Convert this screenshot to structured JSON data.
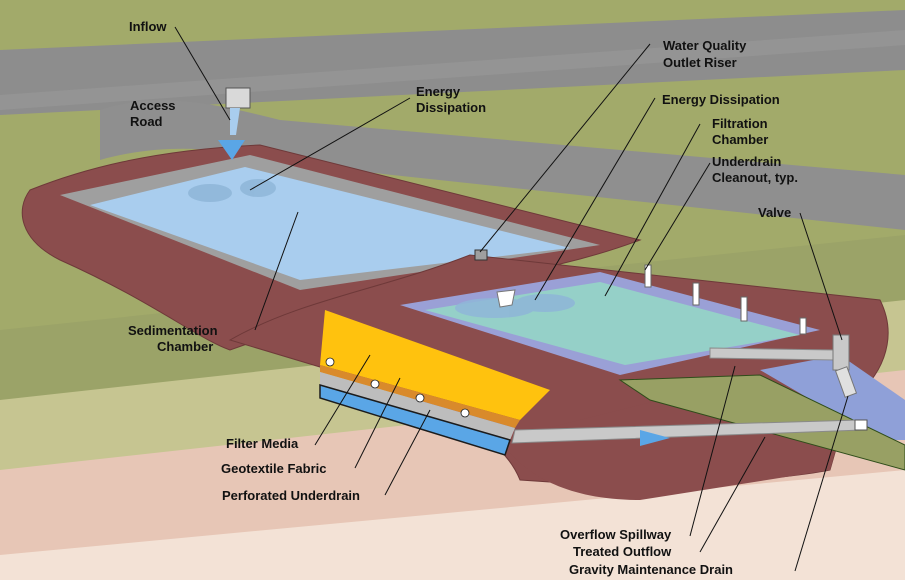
{
  "labels": {
    "inflow": "Inflow",
    "access_road_1": "Access",
    "access_road_2": "Road",
    "energy_dissipation_left_1": "Energy",
    "energy_dissipation_left_2": "Dissipation",
    "water_quality_1": "Water Quality",
    "water_quality_2": "Outlet Riser",
    "energy_dissipation_right": "Energy Dissipation",
    "filtration_1": "Filtration",
    "filtration_2": "Chamber",
    "underdrain_cleanout_1": "Underdrain",
    "underdrain_cleanout_2": "Cleanout, typ.",
    "valve": "Valve",
    "sedimentation_1": "Sedimentation",
    "sedimentation_2": "Chamber",
    "filter_media": "Filter Media",
    "geotextile_fabric": "Geotextile Fabric",
    "perforated_underdrain": "Perforated Underdrain",
    "overflow_spillway": "Overflow Spillway",
    "treated_outflow": "Treated Outflow",
    "gravity_maintenance_drain": "Gravity Maintenance Drain"
  },
  "colors": {
    "ground_olive": "#9ea865",
    "ground_light": "#c7c98f",
    "road_gray": "#8a8a8a",
    "berm": "#8b4d4d",
    "sediment_water": "#a9cdee",
    "filter_water": "#95d0c8",
    "filter_media": "#ffc20e",
    "soil_pink": "#e6c7b8",
    "pipe": "#bdbdbd"
  }
}
